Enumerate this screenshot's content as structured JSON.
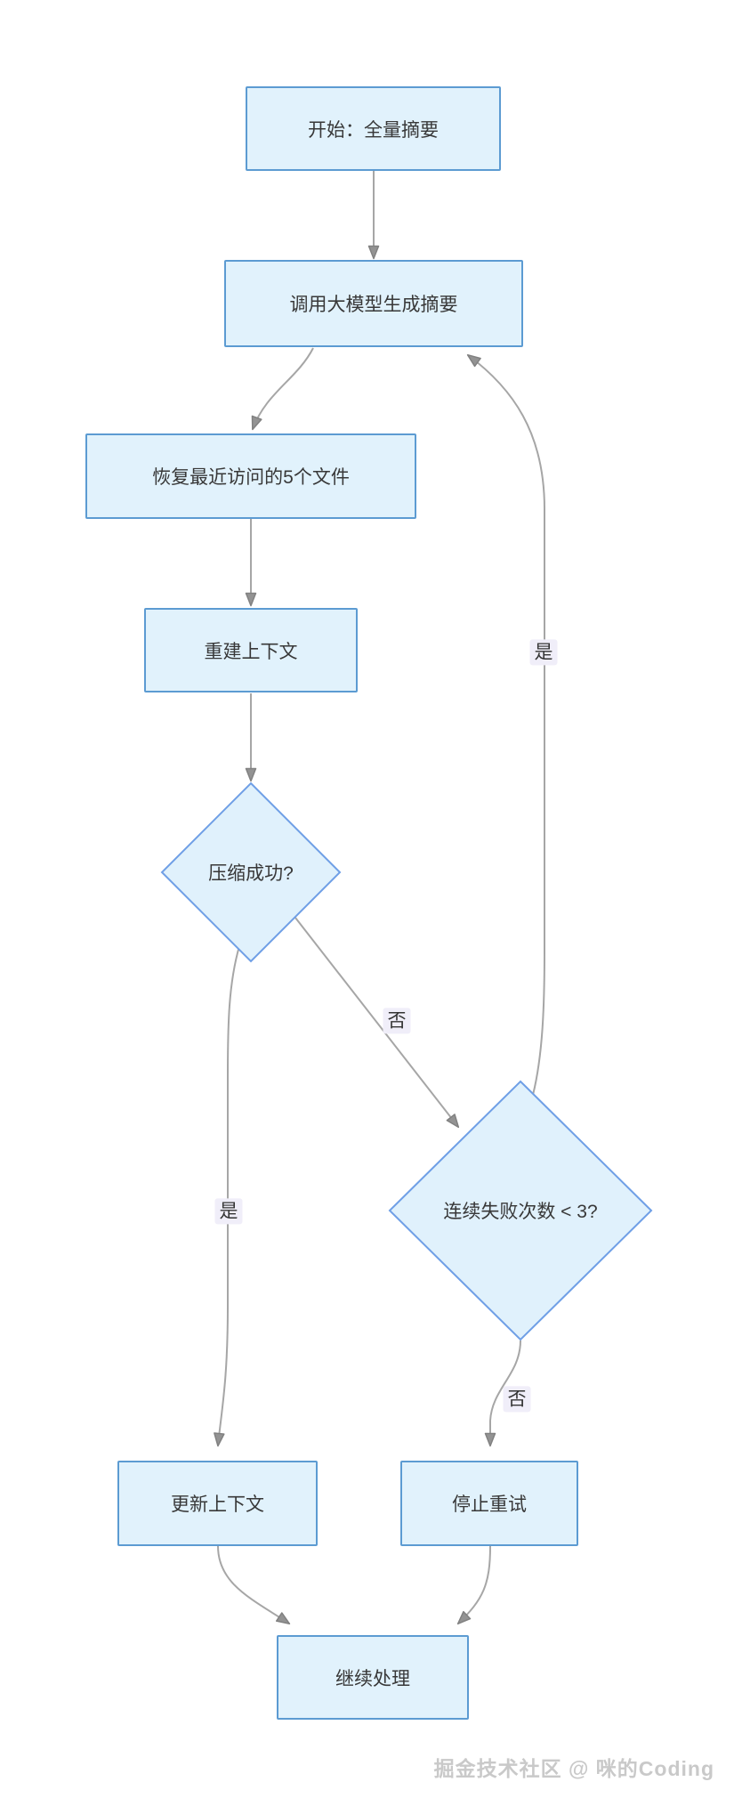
{
  "diagram": {
    "type": "flowchart",
    "direction": "top-down",
    "nodes": {
      "start": {
        "label": "开始：全量摘要",
        "shape": "rect"
      },
      "call_llm": {
        "label": "调用大模型生成摘要",
        "shape": "rect"
      },
      "restore_files": {
        "label": "恢复最近访问的5个文件",
        "shape": "rect"
      },
      "rebuild_context": {
        "label": "重建上下文",
        "shape": "rect"
      },
      "compress_ok": {
        "label": "压缩成功?",
        "shape": "diamond"
      },
      "fail_count": {
        "label": "连续失败次数 < 3?",
        "shape": "diamond"
      },
      "update_context": {
        "label": "更新上下文",
        "shape": "rect"
      },
      "stop_retry": {
        "label": "停止重试",
        "shape": "rect"
      },
      "continue_processing": {
        "label": "继续处理",
        "shape": "rect"
      }
    },
    "edges": [
      {
        "from": "start",
        "to": "call_llm",
        "label": ""
      },
      {
        "from": "call_llm",
        "to": "restore_files",
        "label": ""
      },
      {
        "from": "restore_files",
        "to": "rebuild_context",
        "label": ""
      },
      {
        "from": "rebuild_context",
        "to": "compress_ok",
        "label": ""
      },
      {
        "from": "compress_ok",
        "to": "fail_count",
        "label": "否"
      },
      {
        "from": "compress_ok",
        "to": "update_context",
        "label": "是"
      },
      {
        "from": "fail_count",
        "to": "call_llm",
        "label": "是"
      },
      {
        "from": "fail_count",
        "to": "stop_retry",
        "label": "否"
      },
      {
        "from": "update_context",
        "to": "continue_processing",
        "label": ""
      },
      {
        "from": "stop_retry",
        "to": "continue_processing",
        "label": ""
      }
    ],
    "colors": {
      "node_fill": "#e1f2fc",
      "rect_border": "#5c9bd2",
      "diamond_border": "#6f9fe6",
      "edge_line": "#a6a6a6",
      "arrowhead": "#939393",
      "edge_label_bg": "#f0eef9",
      "node_text": "#383838",
      "watermark_text": "#c9c9c9",
      "background": "#ffffff"
    }
  },
  "watermark": {
    "text": "掘金技术社区 @ 咪的Coding"
  }
}
